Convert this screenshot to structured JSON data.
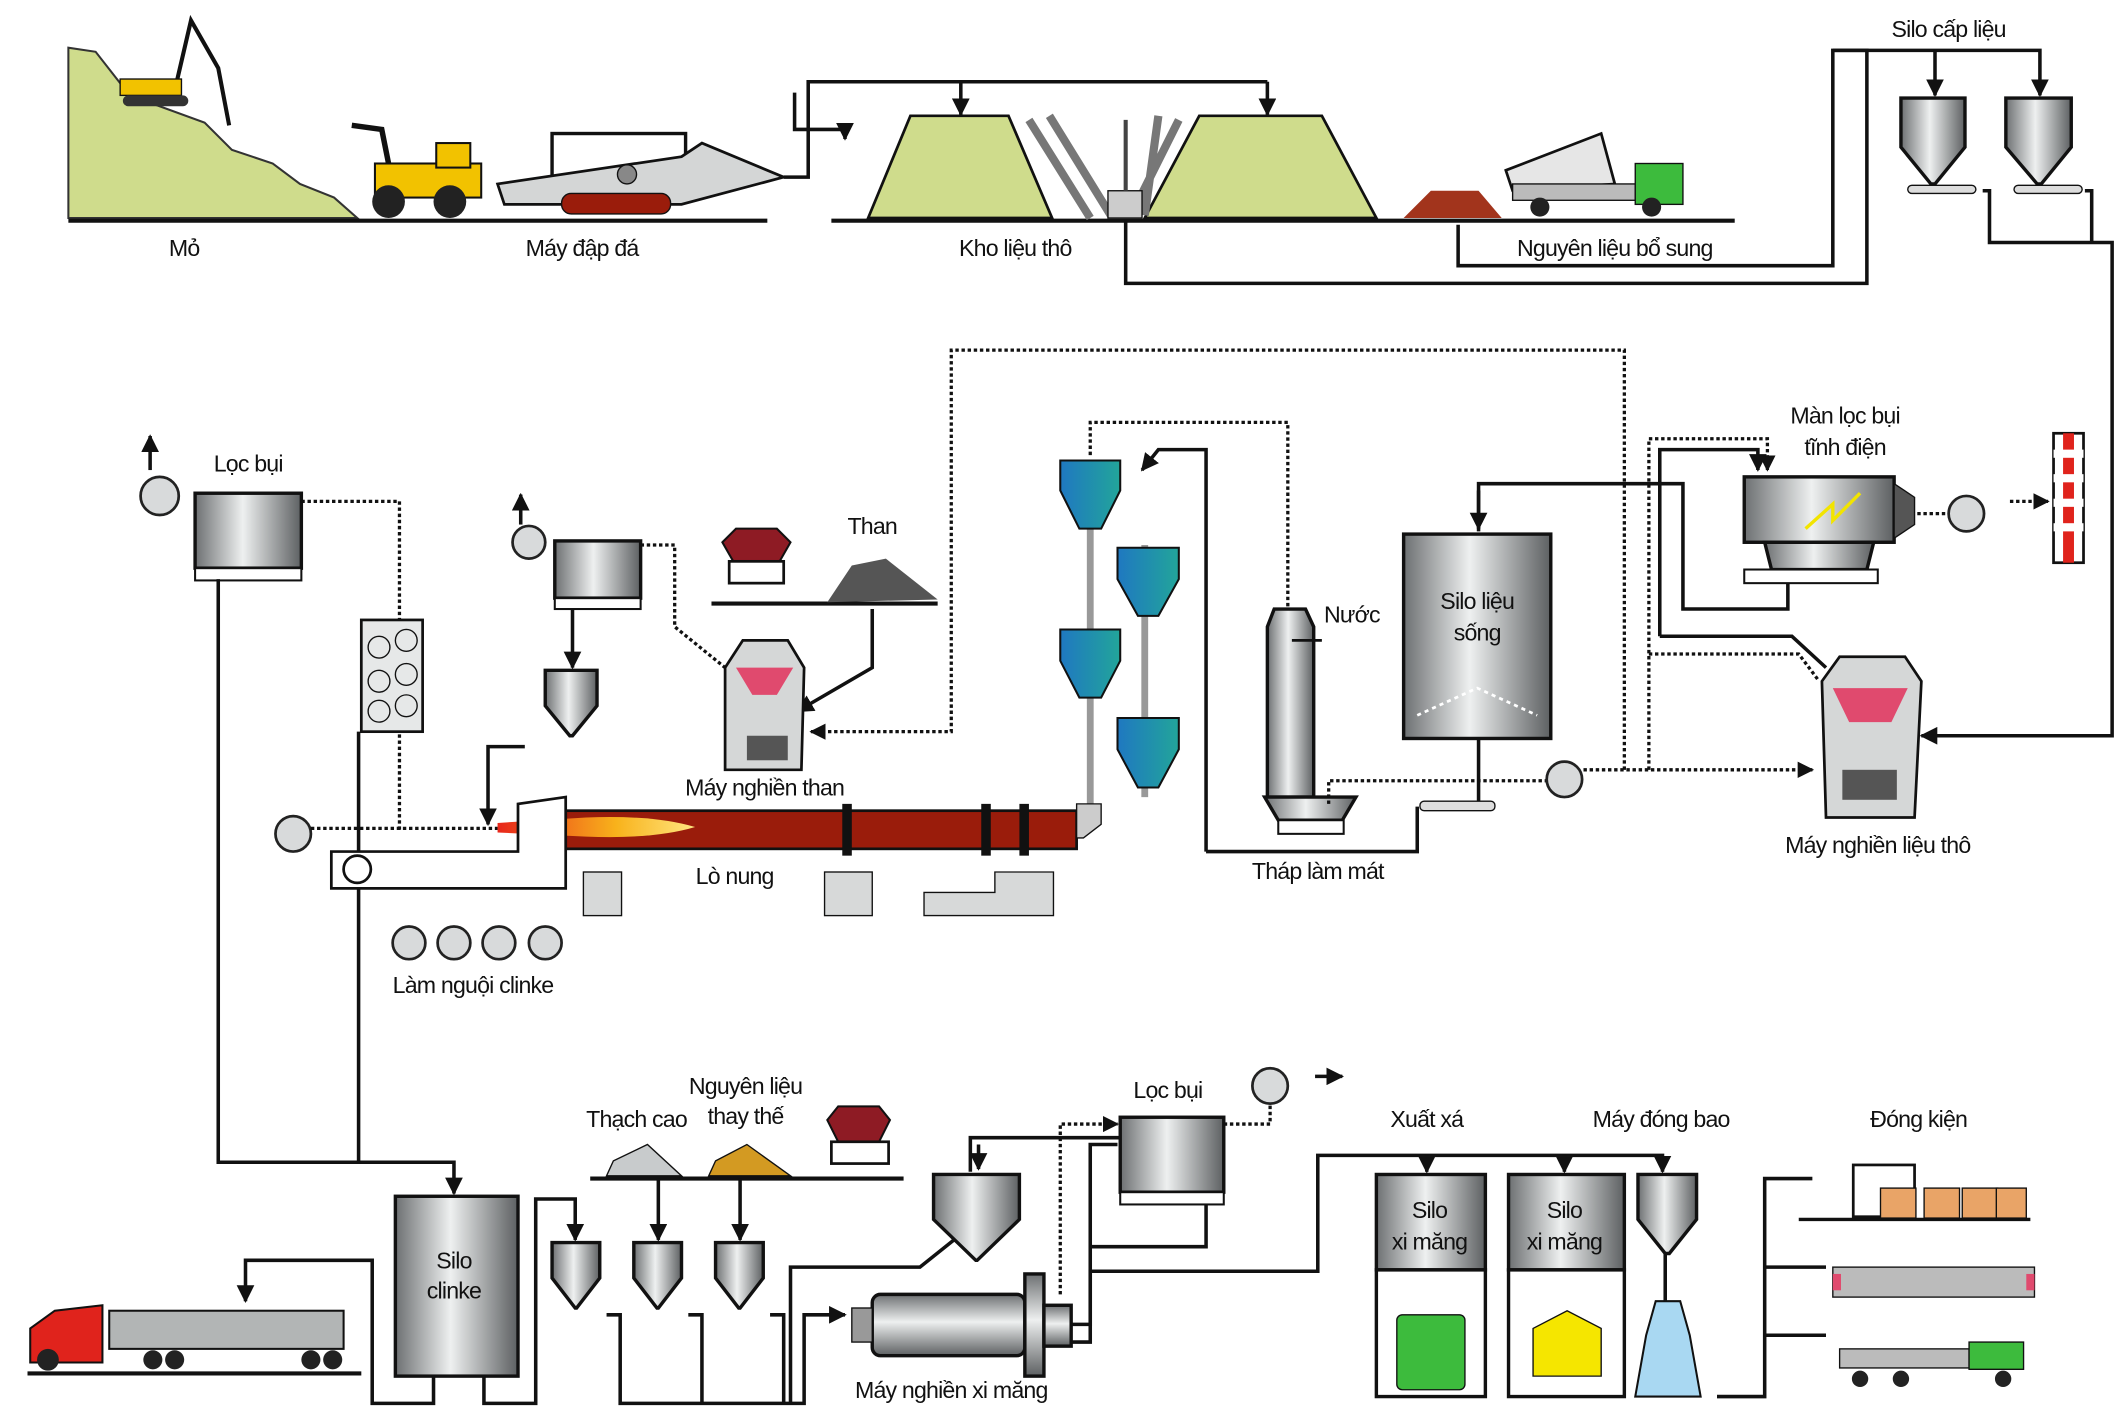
{
  "title": "",
  "labels": {
    "quarry": "Mỏ",
    "crusher": "Máy đập đá",
    "raw_storage": "Kho liệu thô",
    "additives": "Nguyên liệu bổ sung",
    "feed_silo": "Silo cấp liệu",
    "dust_filter_top": "Lọc bụi",
    "coal": "Than",
    "coal_mill": "Máy nghiền than",
    "water": "Nước",
    "raw_meal_silo_1": "Silo liệu",
    "raw_meal_silo_2": "sống",
    "esp_1": "Màn lọc bụi",
    "esp_2": "tĩnh điện",
    "raw_mill": "Máy nghiền liệu thô",
    "kiln": "Lò nung",
    "cooling_tower": "Tháp làm mát",
    "clinker_cooler": "Làm nguội clinke",
    "dust_filter_bottom": "Lọc bụi",
    "gypsum": "Thạch cao",
    "alt_material_1": "Nguyên liệu",
    "alt_material_2": "thay thế",
    "bulk_dispatch": "Xuất xá",
    "packer": "Máy đóng bao",
    "palletizing": "Đóng kiện",
    "clinker_silo_1": "Silo",
    "clinker_silo_2": "clinke",
    "cement_silo_a_1": "Silo",
    "cement_silo_a_2": "xi măng",
    "cement_silo_b_1": "Silo",
    "cement_silo_b_2": "xi măng",
    "cement_mill": "Máy nghiền xi măng"
  },
  "colors": {
    "pile_green": "#cfdc8c",
    "kiln_red": "#9a1c0b",
    "cyclone_blue": "#1f78c1",
    "cyclone_teal": "#22a59a",
    "hopper_red": "#8e1b24",
    "gypsum_gray": "#c8cbcc",
    "alt_gold": "#d39a22",
    "machine_yellow": "#f2c200",
    "truck_red": "#e0231c",
    "truck_green": "#3dbb3d",
    "mill_pink": "#e04a6e",
    "bag_blue": "#a9d8f2"
  }
}
